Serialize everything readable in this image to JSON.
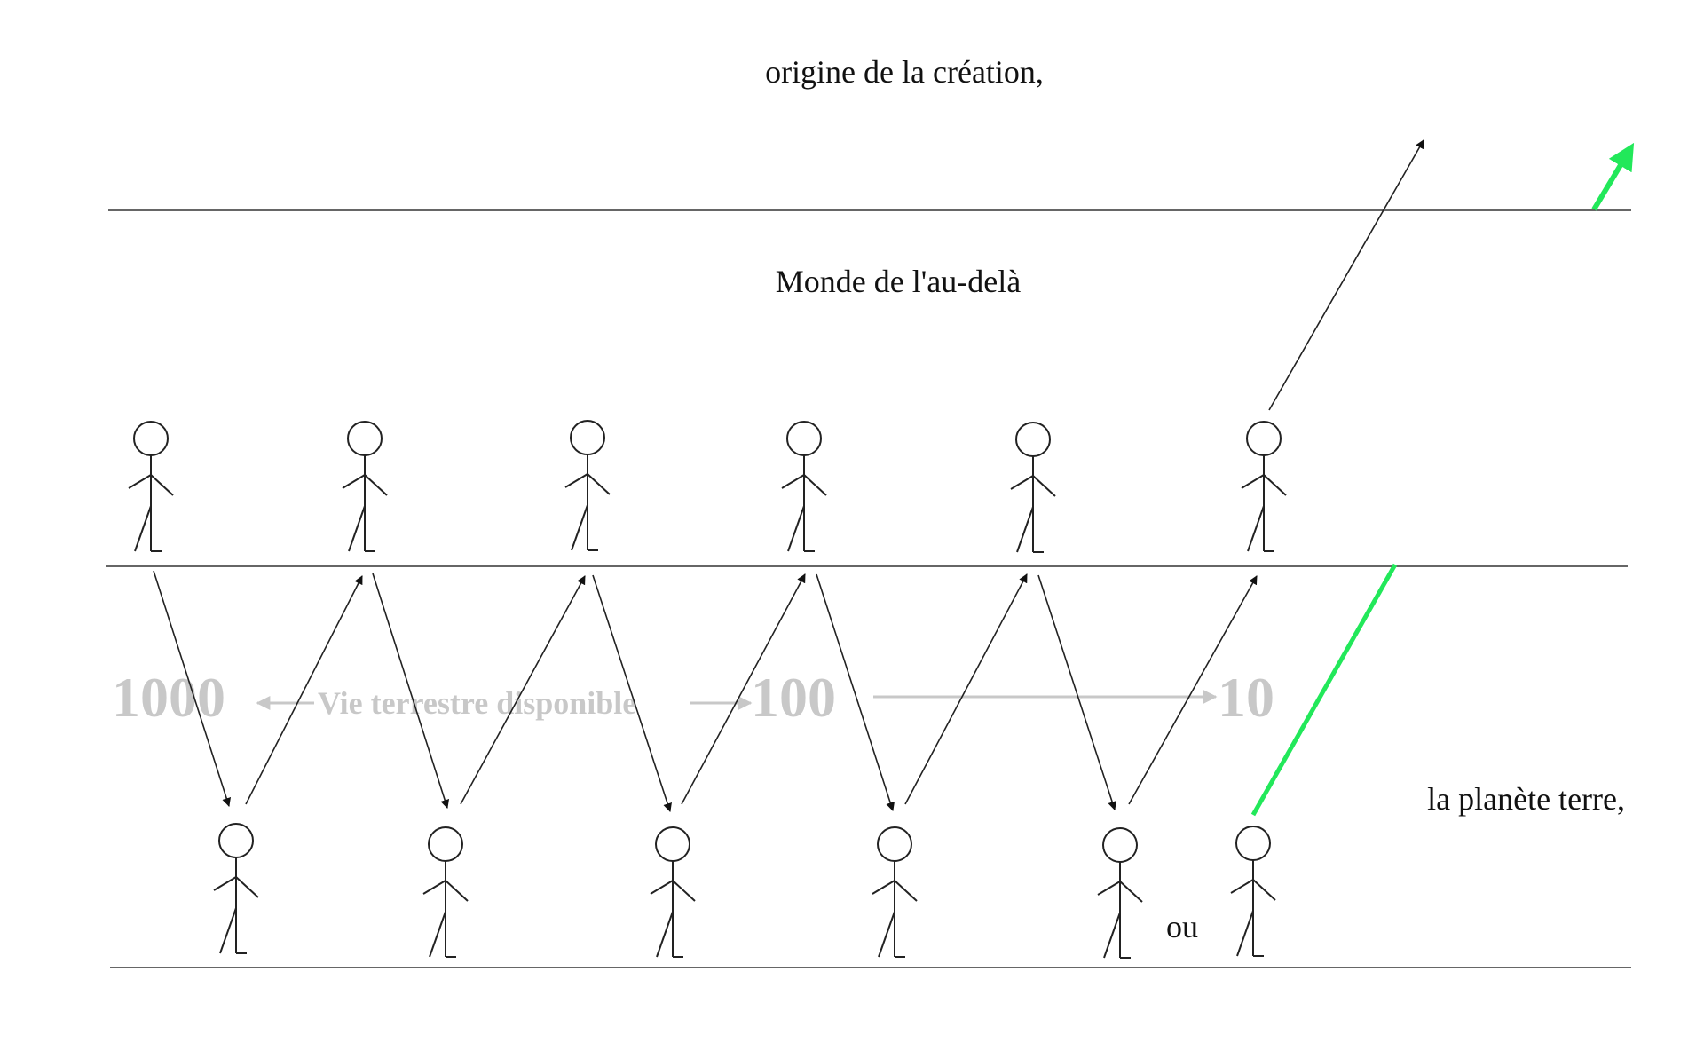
{
  "labels": {
    "origin": "origine de la création,",
    "afterlife": "Monde de l'au-delà",
    "planet": "la planète terre,",
    "or": "ou"
  },
  "scale": {
    "thousand": "1000",
    "caption": "Vie terrestre disponible",
    "hundred": "100",
    "ten": "10"
  },
  "colors": {
    "ink": "#222222",
    "faded": "#c8c8c8",
    "highlight": "#22e85a"
  }
}
